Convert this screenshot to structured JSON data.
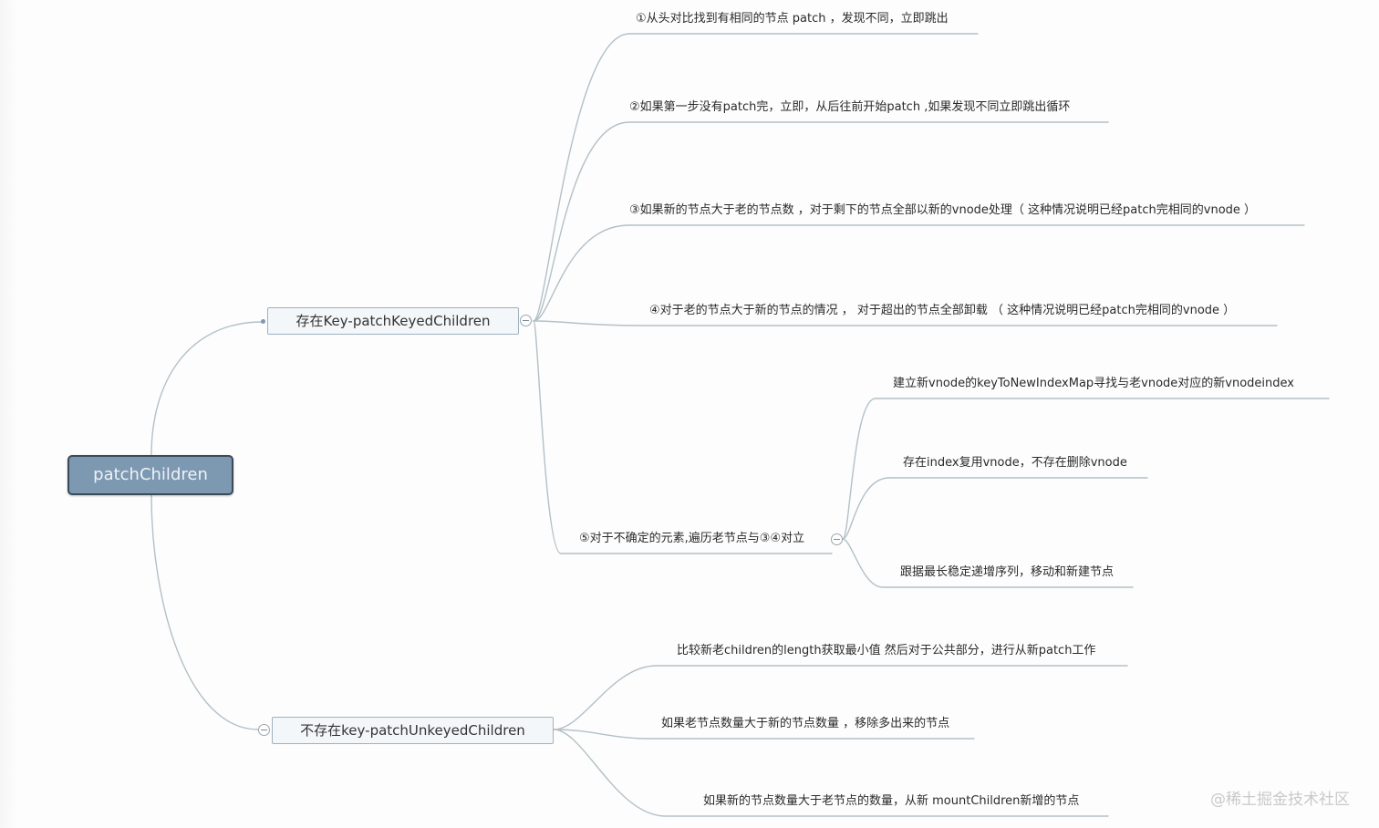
{
  "root": {
    "label": "patchChildren"
  },
  "keyed": {
    "label": "存在Key-patchKeyedChildren",
    "steps": [
      "①从头对比找到有相同的节点 patch ，发现不同，立即跳出",
      "②如果第一步没有patch完，立即，从后往前开始patch ,如果发现不同立即跳出循环",
      "③如果新的节点大于老的节点数 ，对于剩下的节点全部以新的vnode处理（ 这种情况说明已经patch完相同的vnode ）",
      "④对于老的节点大于新的节点的情况 ， 对于超出的节点全部卸载 （ 这种情况说明已经patch完相同的vnode ）"
    ],
    "step5": {
      "label": "⑤对于不确定的元素,遍历老节点与③④对立",
      "children": [
        "建立新vnode的keyToNewIndexMap寻找与老vnode对应的新vnodeindex",
        "存在index复用vnode，不存在删除vnode",
        "跟据最长稳定递增序列，移动和新建节点"
      ]
    }
  },
  "unkeyed": {
    "label": "不存在key-patchUnkeyedChildren",
    "children": [
      "比较新老children的length获取最小值 然后对于公共部分，进行从新patch工作",
      "如果老节点数量大于新的节点数量 ，移除多出来的节点",
      "如果新的节点数量大于老节点的数量，从新 mountChildren新增的节点"
    ]
  },
  "watermark": "@稀土掘金技术社区",
  "colors": {
    "line": "#b3c0c7",
    "root_fill": "#7d98b1",
    "root_border": "#3b4b58"
  }
}
